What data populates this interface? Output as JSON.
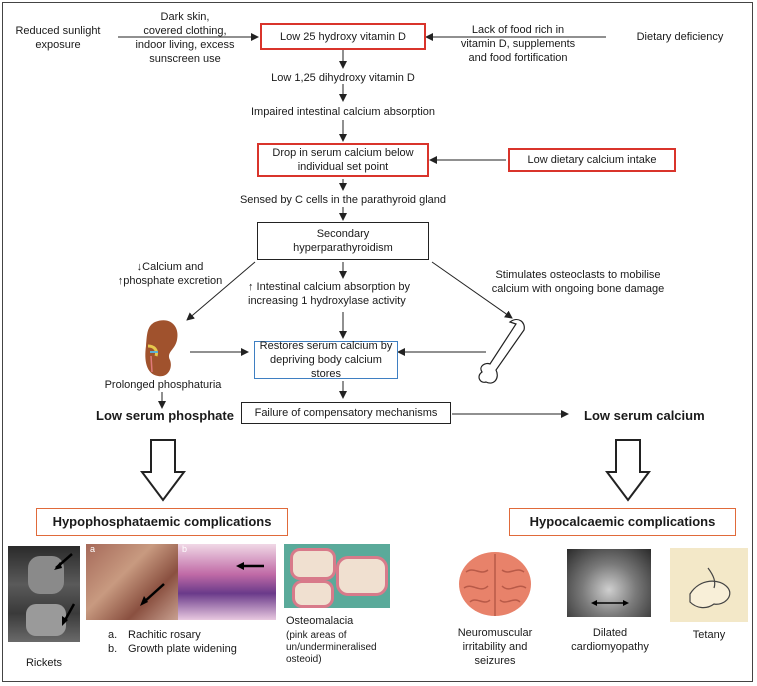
{
  "top": {
    "cause_sunlight": "Reduced sunlight\nexposure",
    "cause_skin": "Dark skin,\ncovered clothing,\nindoor living, excess\nsunscreen use",
    "box_25oh": "Low 25 hydroxy vitamin D",
    "cause_food": "Lack of food rich in\nvitamin D, supplements\nand food fortification",
    "cause_diet": "Dietary deficiency",
    "low_125": "Low 1,25 dihydroxy vitamin D",
    "impaired": "Impaired intestinal calcium absorption",
    "box_drop": "Drop in serum calcium below\nindividual set point",
    "box_dietary_ca": "Low dietary calcium intake",
    "sensed": "Sensed by C cells in the parathyroid gland",
    "box_secondary": "Secondary\nhyperparathyroidism"
  },
  "middle": {
    "calcium_excretion": "↓Calcium and\n↑phosphate excretion",
    "intestinal": "↑ Intestinal calcium absorption by\nincreasing 1 hydroxylase activity",
    "osteoclasts": "Stimulates osteoclasts to mobilise\ncalcium with ongoing bone damage",
    "box_restores": "Restores serum calcium by\ndepriving body calcium stores",
    "phosphaturia": "Prolonged phosphaturia",
    "low_phosphate": "Low serum phosphate",
    "box_failure": "Failure of compensatory mechanisms",
    "low_calcium": "Low serum calcium"
  },
  "bottom": {
    "box_hypophos": "Hypophosphataemic complications",
    "box_hypocal": "Hypocalcaemic complications",
    "rickets": "Rickets",
    "panel_a_label": "a",
    "panel_b_label": "b",
    "item_a_marker": "a.",
    "item_a": "Rachitic rosary",
    "item_b_marker": "b.",
    "item_b": "Growth plate widening",
    "osteomalacia": "Osteomalacia",
    "osteomalacia_note": "(pink areas of\nun/undermineralised\nosteoid)",
    "neuro": "Neuromuscular\nirritability and\nseizures",
    "cardio": "Dilated\ncardiomyopathy",
    "tetany": "Tetany"
  },
  "colors": {
    "red_border": "#d9342b",
    "blue_border": "#3f7fc2",
    "orange_border": "#e06a3a",
    "kidney": "#a0522d",
    "brain": "#e8826a"
  },
  "icons": [
    "kidney-icon",
    "bone-icon",
    "brain-icon",
    "hollow-down-arrow-icon"
  ]
}
